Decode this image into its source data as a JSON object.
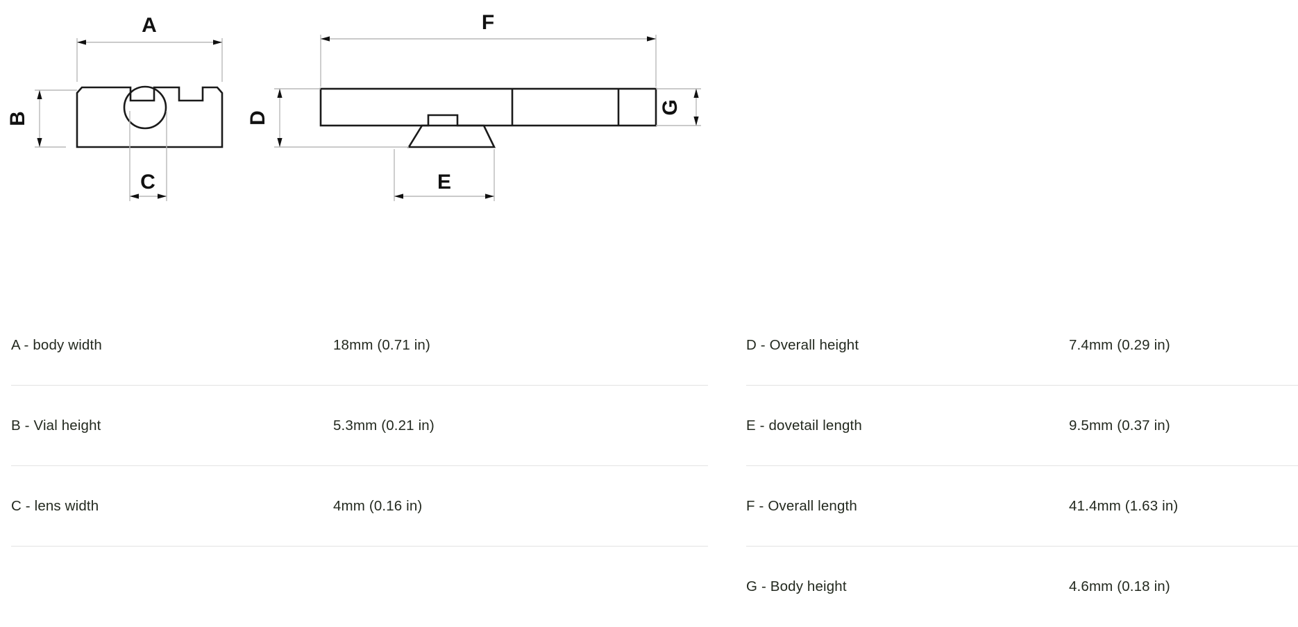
{
  "drawing": {
    "title": "product-dimension-diagram",
    "views": [
      {
        "name": "cross-section-view",
        "labels": [
          "A",
          "B",
          "C"
        ]
      },
      {
        "name": "side-profile-view",
        "labels": [
          "D",
          "E",
          "F",
          "G"
        ]
      }
    ],
    "dimension_labels": {
      "a": "A",
      "b": "B",
      "c": "C",
      "d": "D",
      "e": "E",
      "f": "F",
      "g": "G"
    },
    "colors": {
      "object_stroke": "#1a1a1a",
      "dimension_line": "#b9b9b9",
      "label": "#111111"
    }
  },
  "spec": {
    "left_column": [
      {
        "label": "A - body width",
        "value": "18mm (0.71 in)"
      },
      {
        "label": "B - Vial height",
        "value": "5.3mm (0.21 in)"
      },
      {
        "label": "C - lens width",
        "value": "4mm (0.16 in)"
      }
    ],
    "right_column": [
      {
        "label": "D - Overall height",
        "value": "7.4mm (0.29 in)"
      },
      {
        "label": "E - dovetail length",
        "value": "9.5mm (0.37 in)"
      },
      {
        "label": "F - Overall length",
        "value": "41.4mm (1.63 in)"
      },
      {
        "label": "G - Body height",
        "value": "4.6mm (0.18 in)"
      }
    ],
    "colors": {
      "text": "#23291f",
      "divider": "#e3e3e3",
      "background": "#ffffff"
    }
  }
}
